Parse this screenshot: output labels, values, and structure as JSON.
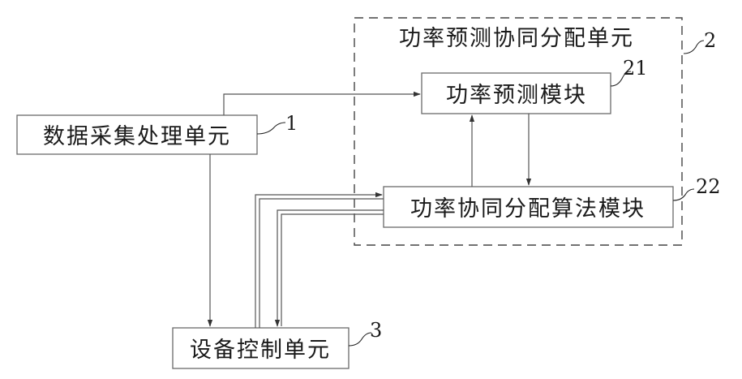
{
  "group": {
    "title": "功率预测协同分配单元",
    "ref": "2"
  },
  "boxes": {
    "data_unit": {
      "label": "数据采集处理单元",
      "ref": "1"
    },
    "forecast_module": {
      "label": "功率预测模块",
      "ref": "21"
    },
    "allocation_module": {
      "label": "功率协同分配算法模块",
      "ref": "22"
    },
    "device_unit": {
      "label": "设备控制单元",
      "ref": "3"
    }
  }
}
